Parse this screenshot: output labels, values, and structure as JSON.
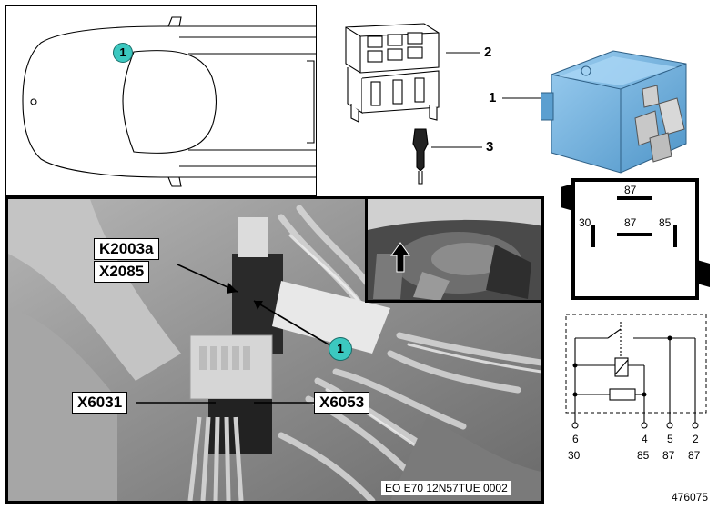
{
  "callout_number": "1",
  "labels": {
    "k2003a": "K2003a",
    "x2085": "X2085",
    "x6031": "X6031",
    "x6053": "X6053"
  },
  "photo_caption": "EO E70 12N57TUE 0002",
  "image_number": "476075",
  "parts": [
    "2",
    "1",
    "3"
  ],
  "relay_pins": {
    "top": "87",
    "middle": "87",
    "left": "30",
    "right": "85"
  },
  "schematic_pins": [
    {
      "num": "6",
      "term": "30"
    },
    {
      "num": "4",
      "term": "85"
    },
    {
      "num": "5",
      "term": "87"
    },
    {
      "num": "2",
      "term": "87"
    }
  ],
  "colors": {
    "callout": "#3cc8c0",
    "relay_blue": "#6aaedc"
  }
}
